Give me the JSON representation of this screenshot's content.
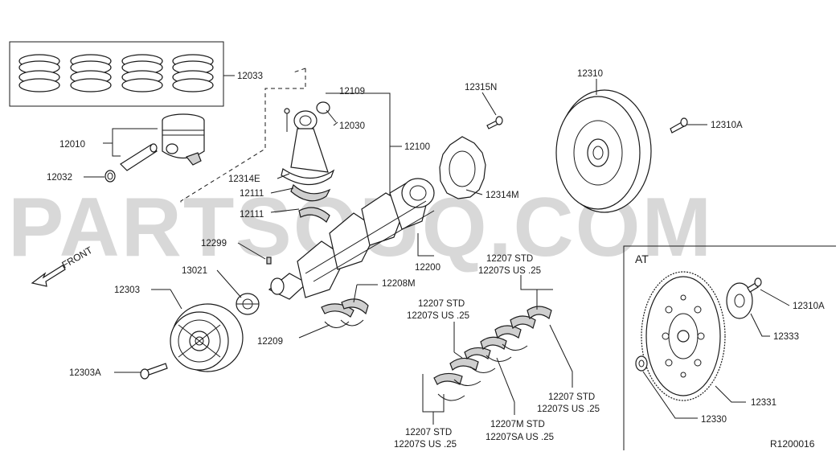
{
  "watermark": "PARTSOUQ.COM",
  "front_label": "FRONT",
  "at_label": "AT",
  "reference_code": "R1200016",
  "callouts": {
    "p12033": "12033",
    "p12109": "12109",
    "p12030": "12030",
    "p12100": "12100",
    "p12010": "12010",
    "p12032": "12032",
    "p12314E": "12314E",
    "p12111a": "12111",
    "p12111b": "12111",
    "p12315N": "12315N",
    "p12314M": "12314M",
    "p12310": "12310",
    "p12310A_top": "12310A",
    "p12299": "12299",
    "p13021": "13021",
    "p12200": "12200",
    "p12208M": "12208M",
    "p12303": "12303",
    "p12209": "12209",
    "p12303A": "12303A",
    "p12207_top_1": "12207 STD",
    "p12207_top_2": "12207S US .25",
    "p12207_mid_1": "12207 STD",
    "p12207_mid_2": "12207S US .25",
    "p12207_right_1": "12207 STD",
    "p12207_right_2": "12207S US .25",
    "p12207_bl_1": "12207 STD",
    "p12207_bl_2": "12207S US .25",
    "p12207M_1": "12207M STD",
    "p12207M_2": "12207SA US .25",
    "p12310A_at": "12310A",
    "p12333": "12333",
    "p12331": "12331",
    "p12330": "12330"
  }
}
